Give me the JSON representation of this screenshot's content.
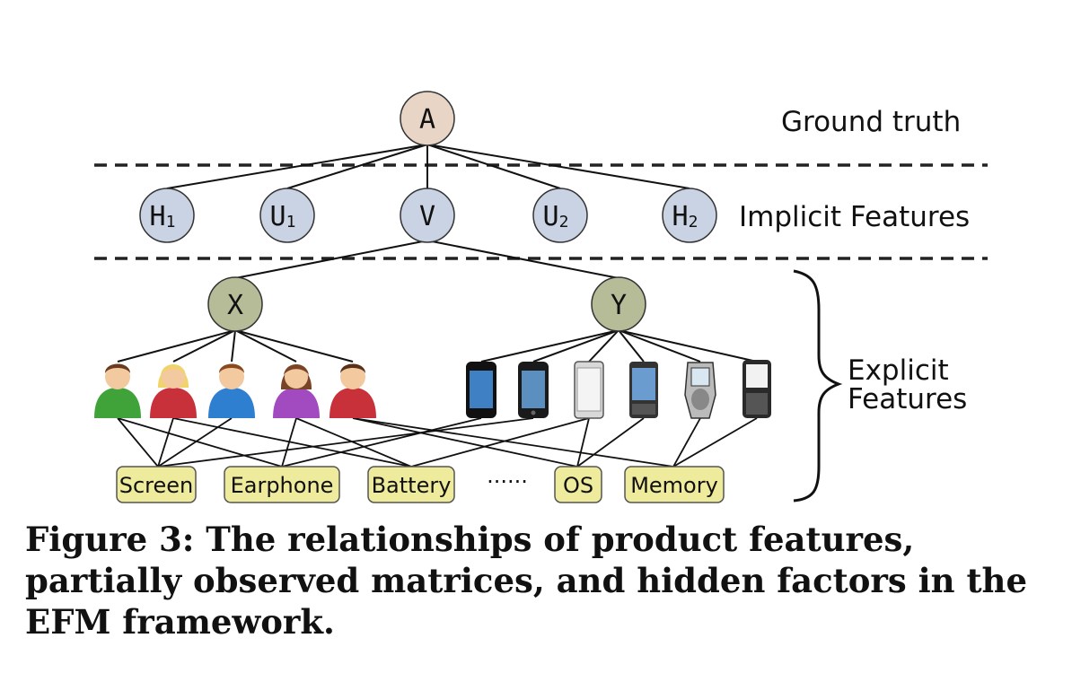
{
  "levels": {
    "ground_truth": "Ground truth",
    "implicit": "Implicit Features",
    "explicit_line1": "Explicit",
    "explicit_line2": "Features"
  },
  "nodes": {
    "A": {
      "main": "A",
      "sub": ""
    },
    "H1": {
      "main": "H",
      "sub": "1"
    },
    "U1": {
      "main": "U",
      "sub": "1"
    },
    "V": {
      "main": "V",
      "sub": ""
    },
    "U2": {
      "main": "U",
      "sub": "2"
    },
    "H2": {
      "main": "H",
      "sub": "2"
    },
    "X": {
      "main": "X",
      "sub": ""
    },
    "Y": {
      "main": "Y",
      "sub": ""
    }
  },
  "features": [
    "Screen",
    "Earphone",
    "Battery",
    "OS",
    "Memory"
  ],
  "ellipsis": "······",
  "caption": "Figure 3: The relationships of product features, partially observed matrices, and hidden factors in the EFM framework.",
  "colors": {
    "ground_node": "#e8d5c6",
    "implicit_node": "#c9d3e3",
    "explicit_node": "#b5bc97",
    "feature_box": "#eeeb9c",
    "user_green": "#3fa33a",
    "user_red": "#c8313a",
    "user_blue": "#2f7fd0",
    "user_purple": "#a24bc1"
  }
}
